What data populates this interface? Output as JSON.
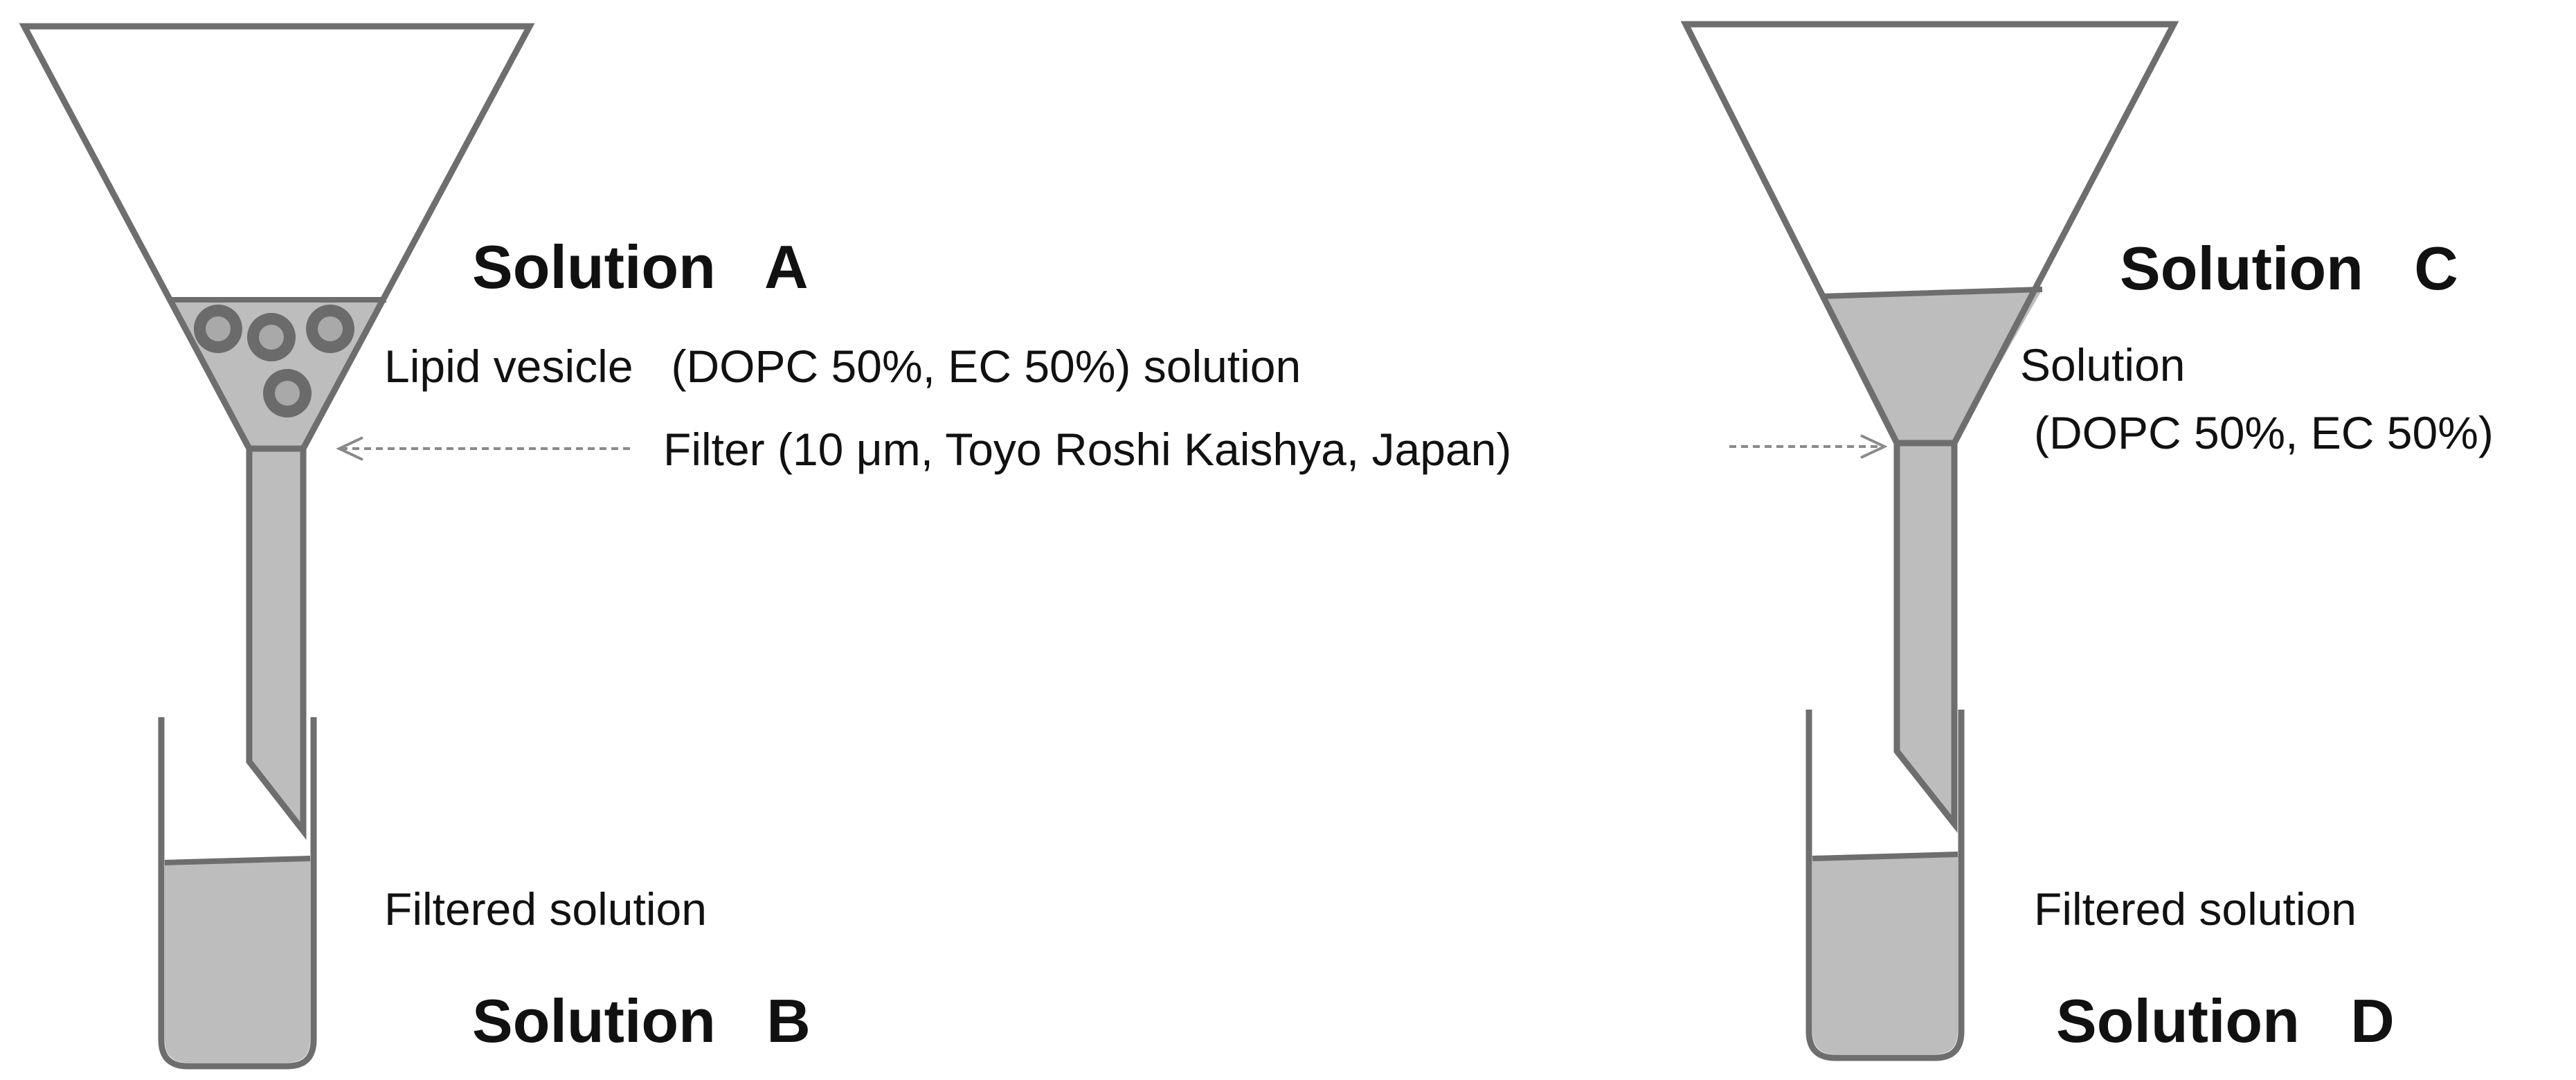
{
  "colors": {
    "outline": "#6e6e6e",
    "fill": "#bdbdbd",
    "vesicle_outer": "#6b6b6b",
    "vesicle_inner": "#a9a9a9",
    "arrow": "#8a8a8a",
    "text": "#111111"
  },
  "left": {
    "solution_top": "Solution   A",
    "description": "Lipid vesicle   (DOPC 50%, EC 50%) solution",
    "filter": "Filter (10 μm, Toyo Roshi Kaishya, Japan)",
    "filtered": "Filtered solution",
    "solution_bottom": "Solution   B"
  },
  "right": {
    "solution_top": "Solution   C",
    "description_line1": "Solution",
    "description_line2": "(DOPC 50%, EC 50%)",
    "filtered": "Filtered solution",
    "solution_bottom": "Solution   D"
  }
}
